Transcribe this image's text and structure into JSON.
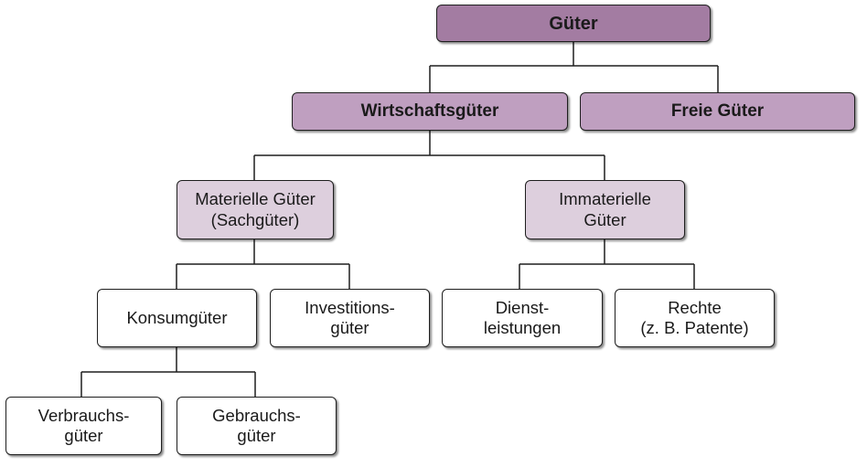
{
  "colors": {
    "level0": "#a37ca2",
    "level1": "#bf9fc0",
    "level2": "#ddcfdd",
    "level3": "#ffffff",
    "line": "#1e1e1e"
  },
  "nodes": {
    "gueter": "Güter",
    "wirtschaftsgueter": "Wirtschaftsgüter",
    "freie_gueter": "Freie Güter",
    "materielle_gueter": "Materielle Güter\n(Sachgüter)",
    "immaterielle_gueter": "Immaterielle\nGüter",
    "konsumgueter": "Konsumgüter",
    "investitionsgueter": "Investitions-\ngüter",
    "dienstleistungen": "Dienst-\nleistungen",
    "rechte": "Rechte\n(z. B. Patente)",
    "verbrauchsgueter": "Verbrauchs-\ngüter",
    "gebrauchsgueter": "Gebrauchs-\ngüter"
  }
}
